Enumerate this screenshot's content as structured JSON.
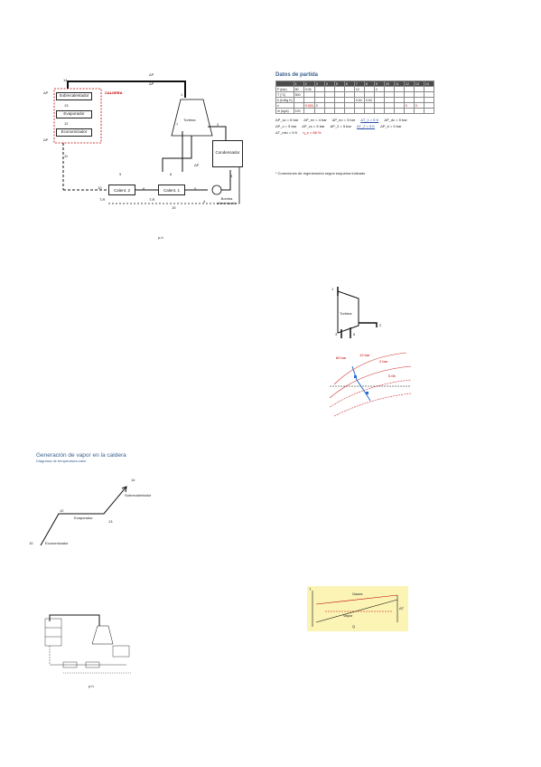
{
  "plant": {
    "caldera_label": "CALDERA",
    "boxes": {
      "sobrecalentador": "Sobrecalentador",
      "evaporador": "Evaporador",
      "economizador": "Economizador",
      "turbina": "Turbina",
      "condensador": "Condensador",
      "calent2": "Calent. 2",
      "calent1": "Calent. 1",
      "bomba": "Bomba alimentación"
    },
    "dp_labels": [
      "ΔP",
      "ΔP",
      "ΔP",
      "ΔP",
      "ΔP"
    ],
    "nodes": [
      "14",
      "13",
      "12",
      "11",
      "10",
      "9",
      "8",
      "7",
      "6",
      "5",
      "4",
      "3",
      "2",
      "1",
      "T-R",
      "T-R",
      "15"
    ],
    "caption": "p-h"
  },
  "datos": {
    "title": "Datos de partida",
    "header": [
      "",
      "1",
      "2",
      "3",
      "4",
      "5",
      "6",
      "7",
      "8",
      "9",
      "10",
      "11",
      "12",
      "13",
      "14"
    ],
    "rows": [
      [
        "P (bar)",
        "80",
        "0.06",
        "",
        "",
        "",
        "",
        "12",
        "",
        "2",
        "",
        "",
        "",
        "",
        ""
      ],
      [
        "T (°C)",
        "500",
        "",
        "",
        "",
        "",
        "",
        "",
        "",
        "",
        "",
        "",
        "",
        "",
        ""
      ],
      [
        "h (kJ/kg K)",
        "",
        "",
        "",
        "",
        "",
        "",
        "0.54",
        "0.54",
        "",
        "",
        "",
        "",
        "",
        ""
      ],
      [
        "x",
        "",
        "0.9(0)",
        "0",
        "",
        "",
        "",
        "",
        "",
        "",
        "",
        "",
        "0",
        "0",
        ""
      ],
      [
        "ṁ (kg/s)",
        "100",
        "",
        "",
        "",
        "",
        "",
        "",
        "",
        "",
        "",
        "",
        "",
        "",
        ""
      ]
    ],
    "eq_row1": [
      "ΔP_sc = 5 bar",
      "ΔP_ev = 4 bar",
      "ΔP_ec = 3 bar",
      "ΔT_1 = 5 K",
      "ΔP_dc = 5 bar"
    ],
    "eq_row2": [
      "ΔP_c = 5 bar",
      "ΔP_cc = 5 bar",
      "ΔP_2 = 5 bar",
      "ΔT_2 = 5 K",
      "ΔP_b = 5 bar"
    ],
    "eq_row3": [
      "ΔT_min = 5 K",
      "η_s = 85 %"
    ],
    "note": "* Conexiones de regeneración según esquema indicado"
  },
  "turbine": {
    "label": "Turbina",
    "nodes": [
      "1",
      "2",
      "3",
      "5"
    ]
  },
  "hs_chart": {
    "labels": [
      "80 bar",
      "12 bar",
      "2 bar",
      "0.06"
    ]
  },
  "generacion": {
    "title": "Generación de vapor en la caldera",
    "subtitle": "Diagrama de temperatura-calor",
    "labels": {
      "top_node": "14",
      "sobre": "Sobrecalentador",
      "evap": "Evaporador",
      "econ": "Economizador",
      "n12": "12",
      "n13": "13",
      "bottom": "10"
    }
  },
  "tq_chart": {
    "labels": [
      "T",
      "Gases",
      "Vapor",
      "Q",
      "ΔT"
    ]
  },
  "mini_caption": "p-h"
}
